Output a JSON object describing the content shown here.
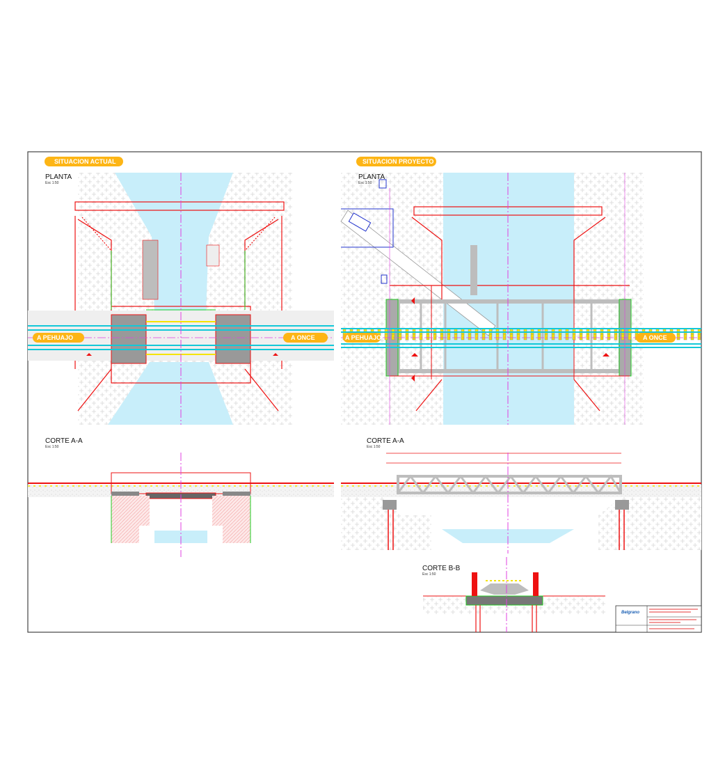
{
  "sheet": {
    "left": {
      "badge": "SITUACION ACTUAL",
      "plan_title": "PLANTA",
      "plan_scale": "Esc 1:50",
      "section_title": "CORTE A-A",
      "section_scale": "Esc 1:50",
      "direction_left": "A PEHUAJO",
      "direction_right": "A ONCE"
    },
    "right": {
      "badge": "SITUACION PROYECTO",
      "plan_title": "PLANTA",
      "plan_scale": "Esc 1:50",
      "section_title": "CORTE A-A",
      "section_scale": "Esc 1:50",
      "section_b_title": "CORTE B-B",
      "section_b_scale": "Esc 1:50",
      "direction_left": "A PEHUAJO",
      "direction_right": "A ONCE"
    },
    "title_block": {
      "logo": "Belgrano"
    }
  },
  "colors": {
    "badge": "#fdb515",
    "water": "#c8eefa",
    "axis": "#e040e0",
    "structure": "#ee1111",
    "rail": "#12c8d8",
    "sleeper": "#f5e400",
    "steel": "#bdbdbd"
  }
}
